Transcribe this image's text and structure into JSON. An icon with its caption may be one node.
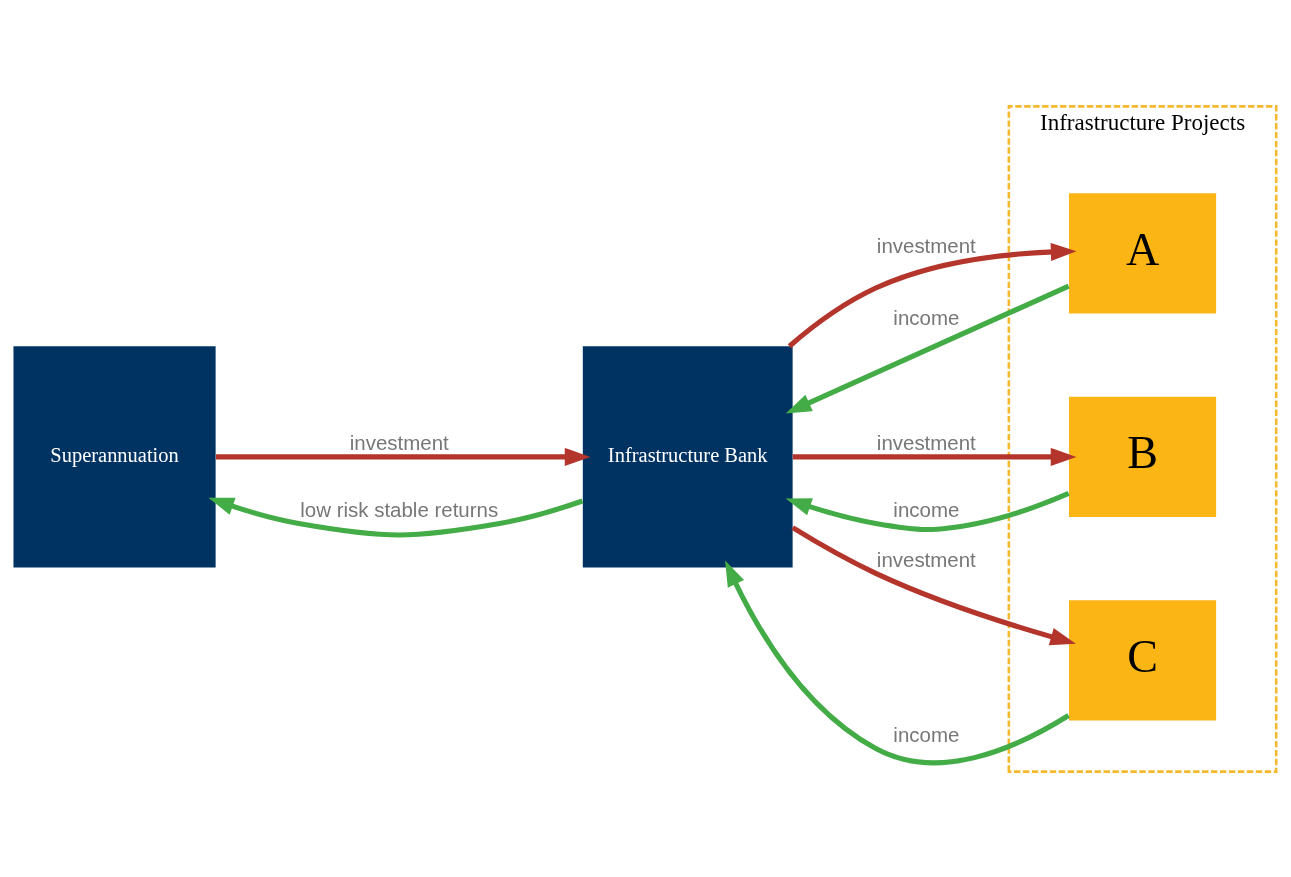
{
  "diagram": {
    "nodes": [
      {
        "text": [
          "Superannuation"
        ]
      },
      {
        "text": [
          "Infrastructure Bank"
        ]
      },
      {
        "text": [
          "Infrastructure Projects"
        ]
      },
      {
        "text": [
          "A"
        ],
        "in": 2
      },
      {
        "text": [
          "B"
        ],
        "in": 2
      },
      {
        "text": [
          "C"
        ],
        "in": 2
      }
    ],
    "edges": [
      {
        "from": 1,
        "to": 0,
        "arrow": "to",
        "label": "low risk stable returns",
        "color": "#44ac47"
      },
      {
        "from": 0,
        "to": 1,
        "arrow": "to",
        "label": "investment",
        "color": "#b3352b"
      },
      {
        "from": 3,
        "to": 1,
        "arrow": "to",
        "label": "income",
        "color": "#44ac47"
      },
      {
        "from": 1,
        "to": 3,
        "arrow": "to",
        "label": "investment",
        "color": "#b3352b"
      },
      {
        "from": 4,
        "to": 1,
        "arrow": "to",
        "label": "income",
        "color": "#44ac47"
      },
      {
        "from": 1,
        "to": 4,
        "arrow": "to",
        "label": "investment",
        "color": "#b3352b"
      },
      {
        "from": 5,
        "to": 1,
        "arrow": "to",
        "label": "income",
        "color": "#44ac47"
      },
      {
        "from": 1,
        "to": 5,
        "arrow": "to",
        "label": "investment",
        "color": "#b3352b"
      }
    ]
  }
}
